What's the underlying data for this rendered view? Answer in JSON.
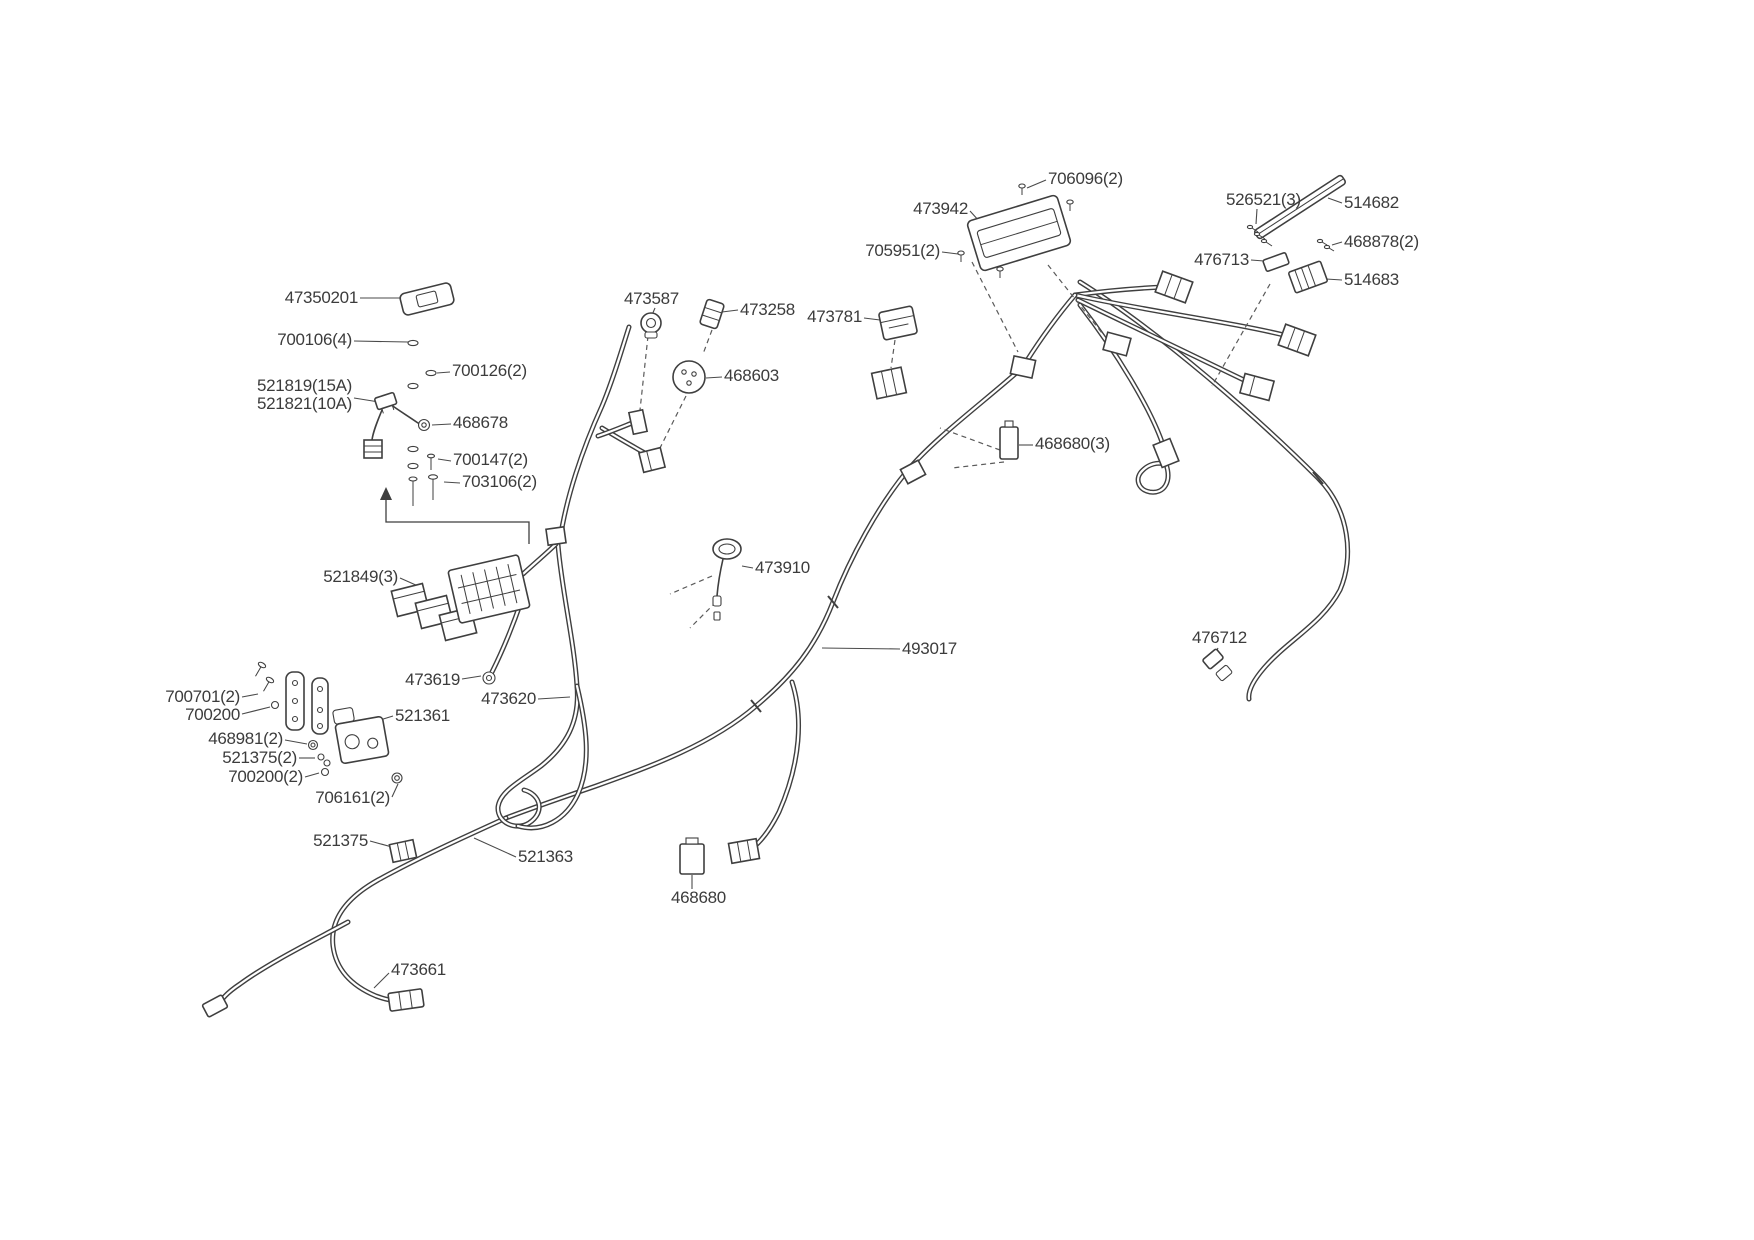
{
  "diagram": {
    "colors": {
      "background": "#ffffff",
      "line": "#3f3f3f",
      "label": "#3c3c3c"
    },
    "labels": [
      {
        "id": "706096",
        "text": "706096(2)"
      },
      {
        "id": "473942",
        "text": "473942"
      },
      {
        "id": "526521",
        "text": "526521(3)"
      },
      {
        "id": "514682",
        "text": "514682"
      },
      {
        "id": "705951",
        "text": "705951(2)"
      },
      {
        "id": "468878",
        "text": "468878(2)"
      },
      {
        "id": "476713",
        "text": "476713"
      },
      {
        "id": "514683",
        "text": "514683"
      },
      {
        "id": "47350201",
        "text": "47350201"
      },
      {
        "id": "473587",
        "text": "473587"
      },
      {
        "id": "473258",
        "text": "473258"
      },
      {
        "id": "473781",
        "text": "473781"
      },
      {
        "id": "700106",
        "text": "700106(4)"
      },
      {
        "id": "700126",
        "text": "700126(2)"
      },
      {
        "id": "468603",
        "text": "468603"
      },
      {
        "id": "521819",
        "text": "521819(15A)"
      },
      {
        "id": "521821",
        "text": "521821(10A)"
      },
      {
        "id": "468678",
        "text": "468678"
      },
      {
        "id": "700147",
        "text": "700147(2)"
      },
      {
        "id": "703106",
        "text": "703106(2)"
      },
      {
        "id": "468680-3",
        "text": "468680(3)"
      },
      {
        "id": "521849",
        "text": "521849(3)"
      },
      {
        "id": "473910",
        "text": "473910"
      },
      {
        "id": "493017",
        "text": "493017"
      },
      {
        "id": "476712",
        "text": "476712"
      },
      {
        "id": "473619",
        "text": "473619"
      },
      {
        "id": "473620",
        "text": "473620"
      },
      {
        "id": "700701",
        "text": "700701(2)"
      },
      {
        "id": "700200",
        "text": "700200"
      },
      {
        "id": "521361",
        "text": "521361"
      },
      {
        "id": "468981",
        "text": "468981(2)"
      },
      {
        "id": "521375-2",
        "text": "521375(2)"
      },
      {
        "id": "700200-2",
        "text": "700200(2)"
      },
      {
        "id": "706161",
        "text": "706161(2)"
      },
      {
        "id": "521375",
        "text": "521375"
      },
      {
        "id": "521363",
        "text": "521363"
      },
      {
        "id": "468680",
        "text": "468680"
      },
      {
        "id": "473661",
        "text": "473661"
      }
    ]
  }
}
